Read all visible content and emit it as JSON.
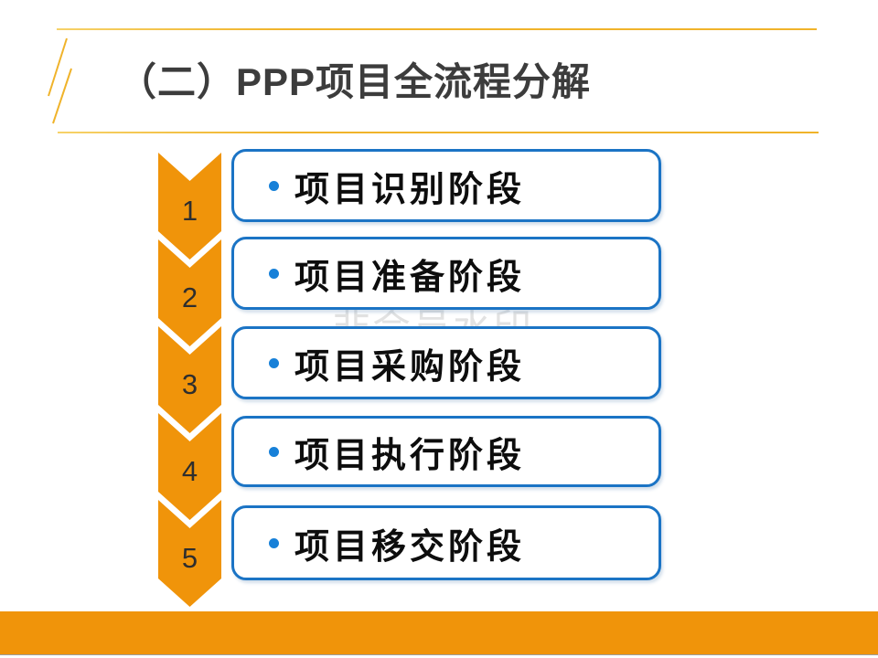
{
  "header": {
    "title": "（二）PPP项目全流程分解"
  },
  "stages": [
    {
      "number": "1",
      "label": "项目识别阶段"
    },
    {
      "number": "2",
      "label": "项目准备阶段"
    },
    {
      "number": "3",
      "label": "项目采购阶段"
    },
    {
      "number": "4",
      "label": "项目执行阶段"
    },
    {
      "number": "5",
      "label": "项目移交阶段"
    }
  ],
  "watermark": {
    "text": "非会员水印"
  },
  "icons": {
    "stage_bullet": "circle-bullet-icon",
    "arrow_sequence": "chevron-down-arrow"
  },
  "colors": {
    "accent_orange": "#f0940a",
    "accent_gold": "#f0b32a",
    "box_border_blue": "#1b74c5",
    "bullet_blue": "#1780d8",
    "title_gray": "#3c3c3c",
    "watermark_gray": "#e2e2e2"
  }
}
